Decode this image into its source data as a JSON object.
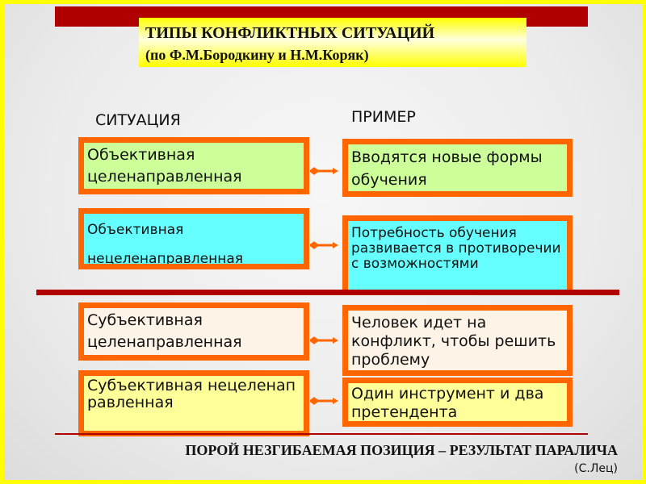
{
  "title": {
    "line1": "ТИПЫ КОНФЛИКТНЫХ СИТУАЦИЙ",
    "line2": "(по Ф.М.Бородкину и Н.М.Коряк)"
  },
  "headers": {
    "situation": "СИТУАЦИЯ",
    "example": "ПРИМЕР"
  },
  "rows": [
    {
      "situation": "Объективная целенаправленная",
      "example": "Вводятся новые формы обучения",
      "color": "#ccff99"
    },
    {
      "situation": "Объективная нецеленаправленная",
      "example": "Потребность обучения развивается в противоречии с возможностями",
      "color": "#66ffff"
    },
    {
      "situation": "Субъективная целенаправленная",
      "example": "Человек идет на конфликт, чтобы решить проблему",
      "color": "#fdf3e6"
    },
    {
      "situation": "Субъективная нецеленаправленная",
      "example": "Один инструмент и два претендента",
      "color": "#ffff99"
    }
  ],
  "quote": {
    "text": "ПОРОЙ НЕЗГИБАЕМАЯ ПОЗИЦИЯ – РЕЗУЛЬТАТ ПАРАЛИЧА",
    "author": "(С.Лец)"
  },
  "colors": {
    "frame": "#ffff00",
    "accent": "#b00000",
    "border": "#ff6600"
  }
}
